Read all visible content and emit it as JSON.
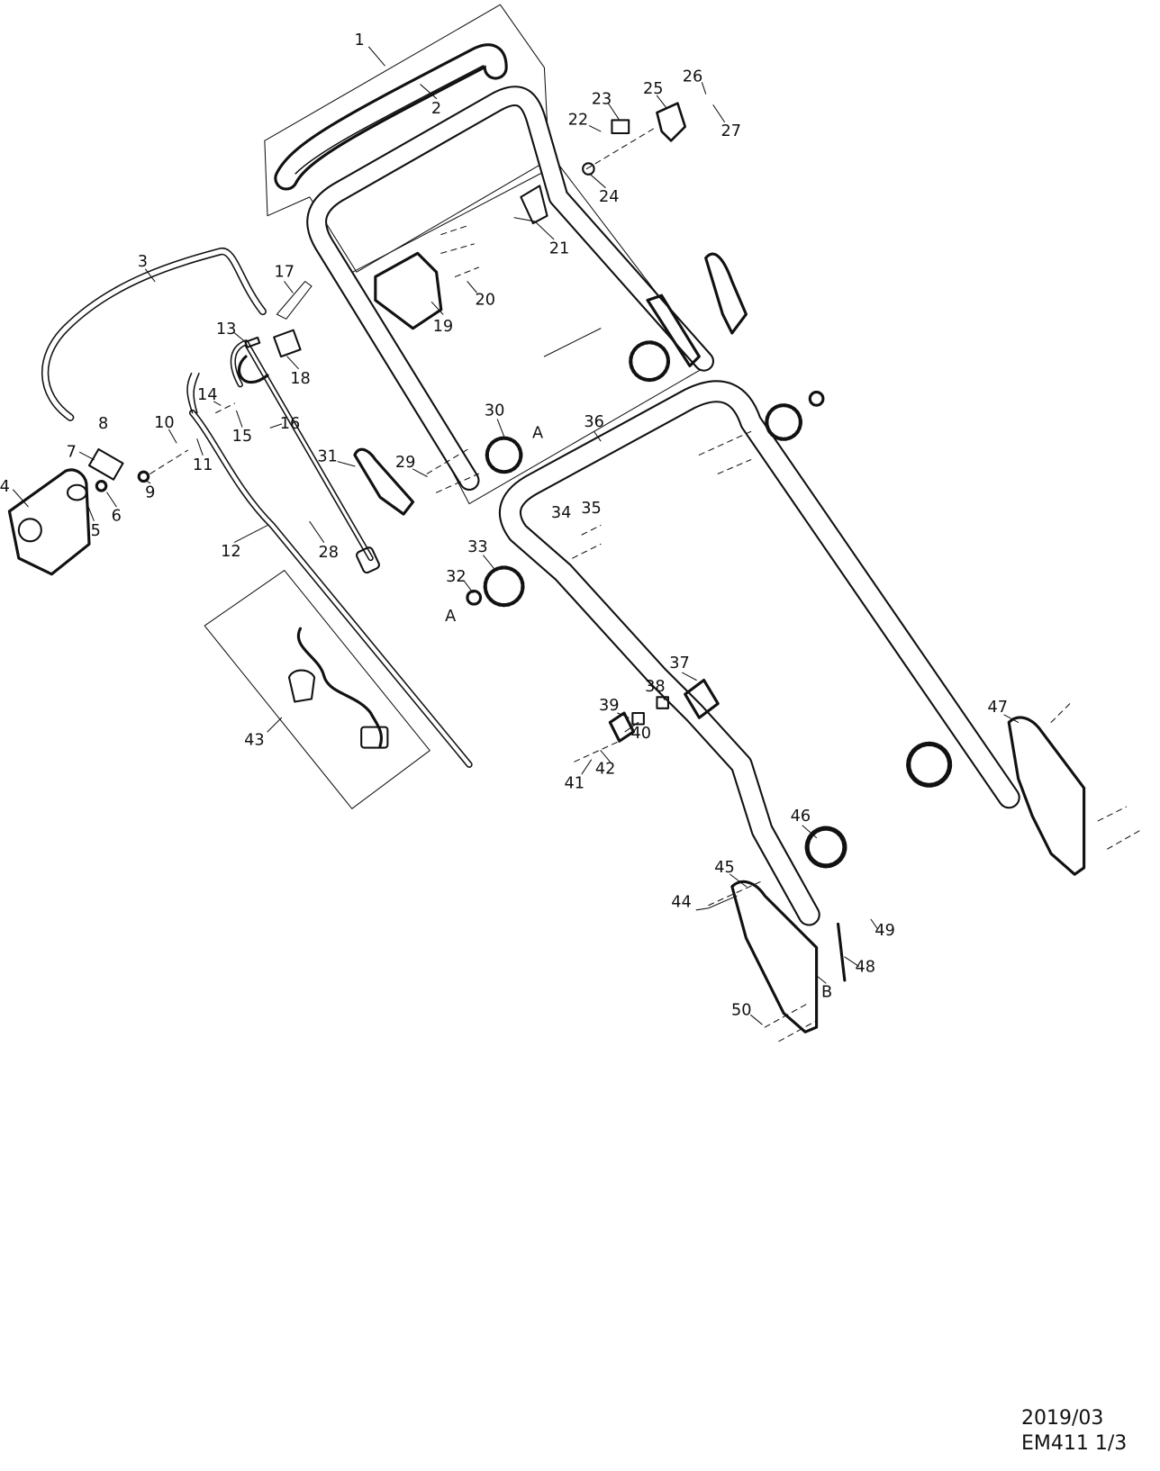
{
  "diagram": {
    "part_labels": [
      "1",
      "2",
      "3",
      "4",
      "5",
      "6",
      "7",
      "8",
      "9",
      "10",
      "11",
      "12",
      "13",
      "14",
      "15",
      "16",
      "17",
      "18",
      "19",
      "20",
      "21",
      "22",
      "23",
      "24",
      "25",
      "26",
      "27",
      "28",
      "29",
      "30",
      "A",
      "31",
      "32",
      "33",
      "34",
      "35",
      "A",
      "36",
      "37",
      "38",
      "39",
      "40",
      "41",
      "42",
      "43",
      "44",
      "45",
      "46",
      "47",
      "48",
      "49",
      "50",
      "B"
    ]
  },
  "footer": {
    "date": "2019/03",
    "model_page": "EM411  1/3"
  }
}
